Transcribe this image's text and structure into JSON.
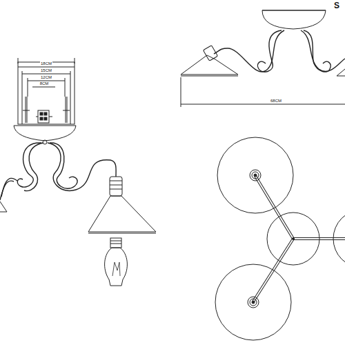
{
  "diagram": {
    "labels": [
      "18CM",
      "15CM",
      "12CM",
      "8CM",
      "68CM",
      "S"
    ]
  }
}
